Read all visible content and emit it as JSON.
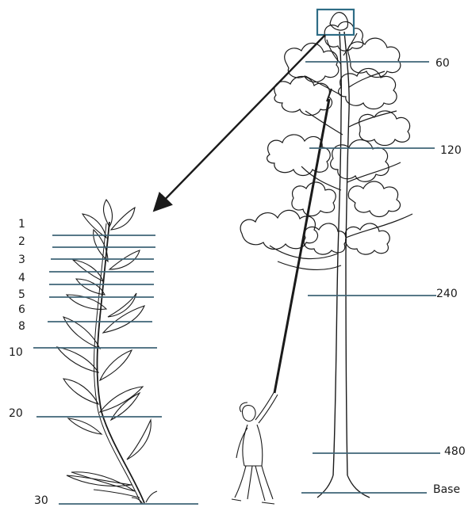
{
  "shoot_marks": {
    "labels": [
      "1",
      "2",
      "3",
      "4",
      "5",
      "6",
      "8",
      "10",
      "20",
      "30"
    ]
  },
  "tree_marks": {
    "labels": [
      "60",
      "120",
      "240",
      "480",
      "Base"
    ]
  },
  "colors": {
    "measure_line": "#3f6577",
    "ink": "#1a1a1a",
    "highlight_box": "#2e6d86"
  }
}
